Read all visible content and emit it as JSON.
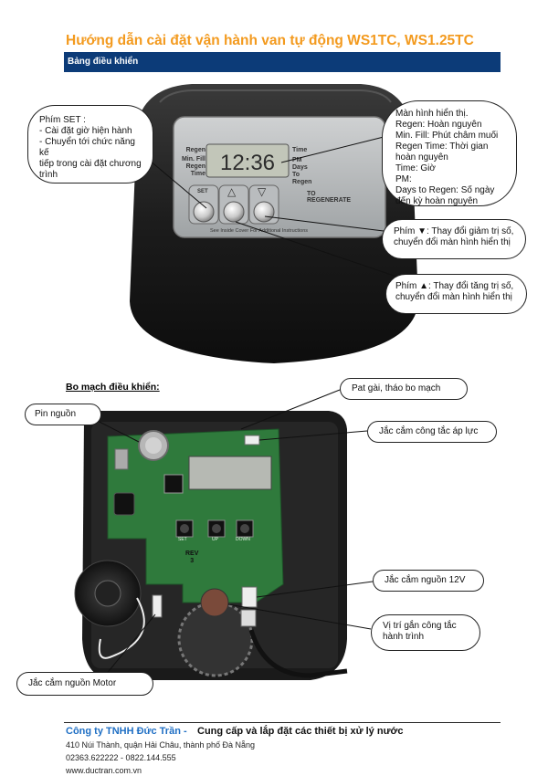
{
  "title": "Hướng dẫn cài đặt vận hành van tự động WS1TC, WS1.25TC",
  "section_panel": "Bảng điều khiển",
  "section_board": "Bo mạch điều khiển:",
  "panel_device": {
    "lcd_time": "12:36",
    "left_labels": [
      "Regen",
      "Min. Fill",
      "Regen",
      "Time"
    ],
    "right_labels": [
      "Time",
      "PM",
      "Days To",
      "Regen"
    ],
    "button_labels": [
      "SET",
      "△",
      "▽"
    ],
    "to_regenerate": "TO REGENERATE",
    "instructions": "See Inside Cover For Additional Instructions"
  },
  "callouts": {
    "set_key": {
      "title": "Phím SET :",
      "lines": [
        "- Cài đặt giờ hiện hành",
        "- Chuyển tới chức năng kế",
        "tiếp trong cài đặt chương",
        "trình"
      ]
    },
    "display": {
      "lines": [
        "Màn hình hiển thị.",
        "Regen: Hoàn nguyên",
        "Min. Fill: Phút châm muối",
        "Regen Time: Thời gian",
        "hoàn nguyên",
        "Time: Giờ",
        "PM:",
        "Days to Regen: Số ngày",
        "đến kỳ hoàn nguyên"
      ]
    },
    "down_key": {
      "lines": [
        "Phím ▼: Thay đổi giảm trị số,",
        "chuyển đổi màn hình hiển thị"
      ]
    },
    "up_key": {
      "lines": [
        "Phím ▲: Thay đổi tăng trị số,",
        "chuyển đổi màn hình hiển thị"
      ]
    },
    "battery": {
      "text": "Pin nguồn"
    },
    "latch": {
      "text": "Pat gài, tháo bo mạch"
    },
    "pressure": {
      "text": "Jắc cắm công tắc áp lực"
    },
    "power12": {
      "text": "Jắc cắm nguồn 12V"
    },
    "limit_switch": {
      "lines": [
        "Vị trí gắn công tắc",
        "hành trình"
      ]
    },
    "motor": {
      "text": "Jắc cắm nguồn Motor"
    }
  },
  "board": {
    "button_labels": [
      "SET",
      "UP",
      "DOWN"
    ],
    "rev": [
      "REV",
      "3"
    ]
  },
  "footer": {
    "company": "Công ty TNHH Đức Trần -",
    "tagline": "Cung cấp và lắp đặt các thiết bị xử lý nước",
    "address": "410 Núi Thành, quận Hải Châu, thành phố Đà Nẵng",
    "phone": "02363.622222 - 0822.144.555",
    "website": "www.ductran.com.vn"
  },
  "colors": {
    "title": "#f39a1e",
    "band": "#0c3b78",
    "company": "#1f6fc4",
    "pcb": "#2f7a3c"
  }
}
